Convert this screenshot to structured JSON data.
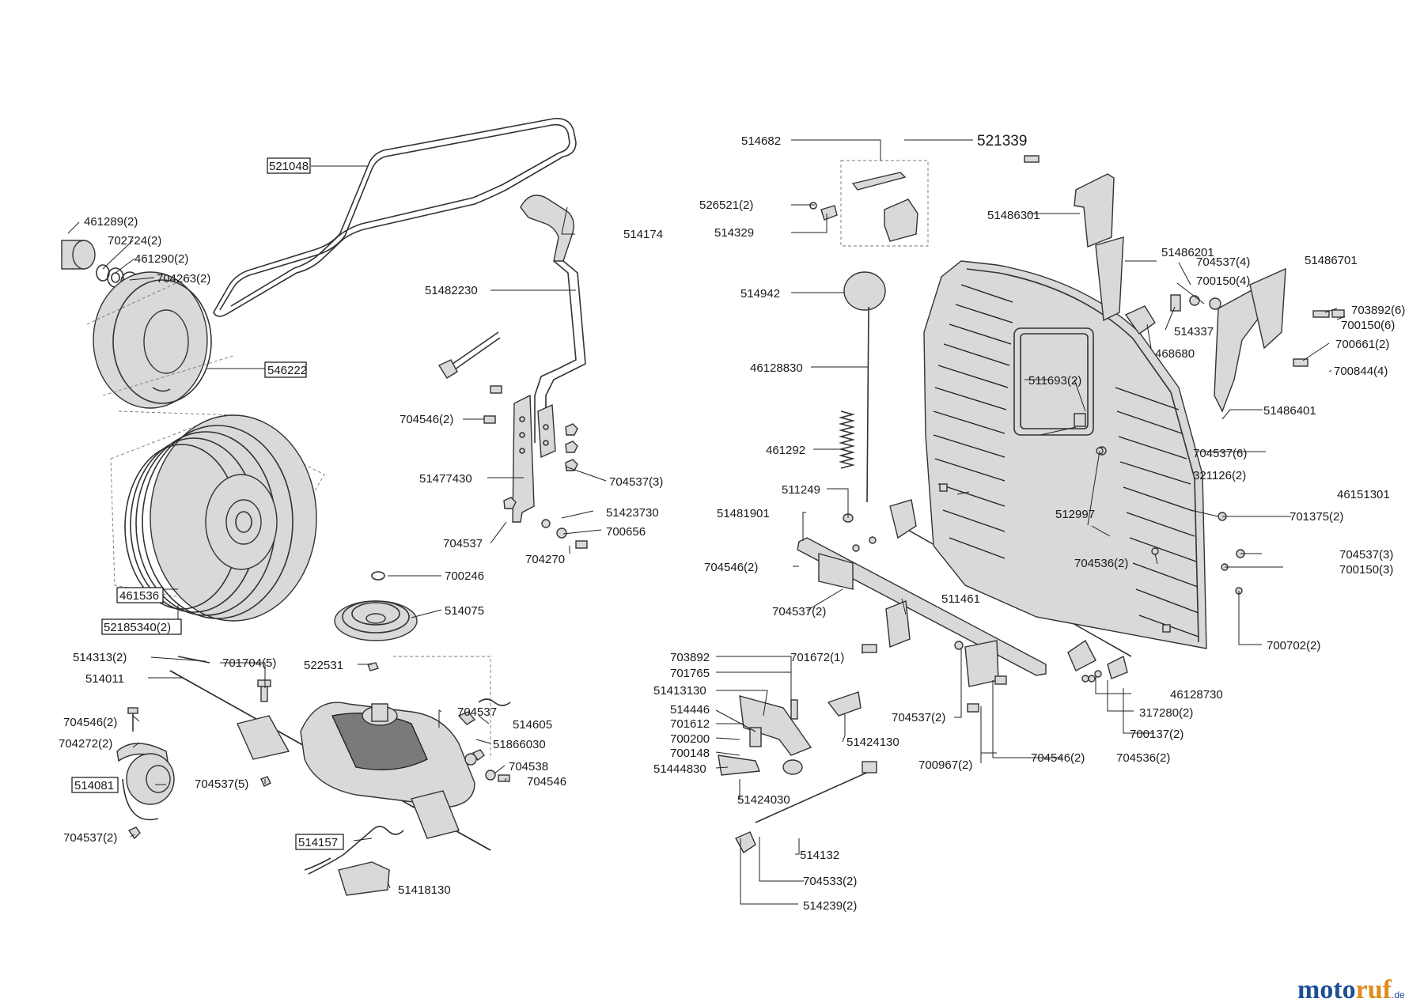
{
  "labels": {
    "p521048": "521048",
    "p461289": "461289(2)",
    "p702724": "702724(2)",
    "p461290": "461290(2)",
    "p704263": "704263(2)",
    "p546222": "546222",
    "p461536": "461536",
    "p52185340": "52185340(2)",
    "p514174": "514174",
    "p51482230": "51482230",
    "p704546a": "704546(2)",
    "p51477430": "51477430",
    "p704537a": "704537(3)",
    "p704537b": "704537",
    "p51423730": "51423730",
    "p700656": "700656",
    "p704270": "704270",
    "p700246": "700246",
    "p514075": "514075",
    "p514313": "514313(2)",
    "p701704": "701704(5)",
    "p514011": "514011",
    "p522531": "522531",
    "p704537c": "704537",
    "p514605": "514605",
    "p51866030": "51866030",
    "p704546b": "704546(2)",
    "p704272": "704272(2)",
    "p514081": "514081",
    "p704537d": "704537(5)",
    "p704538": "704538",
    "p704546c": "704546",
    "p704537e": "704537(2)",
    "p514157": "514157",
    "p51418130": "51418130",
    "p514682": "514682",
    "p521339": "521339",
    "p526521": "526521(2)",
    "p514329": "514329",
    "p514942": "514942",
    "p46128830": "46128830",
    "p461292": "461292",
    "p511249": "511249",
    "p51481901": "51481901",
    "p704546d": "704546(2)",
    "p704537f": "704537(2)",
    "p511461": "511461",
    "p703892a": "703892",
    "p701765": "701765",
    "p51413130": "51413130",
    "p514446": "514446",
    "p701612": "701612",
    "p700200": "700200",
    "p700148": "700148",
    "p51444830": "51444830",
    "p51424030": "51424030",
    "p701672": "701672(1)",
    "p51424130": "51424130",
    "p704537g": "704537(2)",
    "p700967": "700967(2)",
    "p514132": "514132",
    "p704533": "704533(2)",
    "p514239": "514239(2)",
    "p704546e": "704546(2)",
    "p704536a": "704536(2)",
    "p51486301": "51486301",
    "p51486201": "51486201",
    "p704537h": "704537(4)",
    "p51486701": "51486701",
    "p700150a": "700150(4)",
    "p703892b": "703892(6)",
    "p700150b": "700150(6)",
    "p514337": "514337",
    "p700661": "700661(2)",
    "p468680": "468680",
    "p700844": "700844(4)",
    "p511693": "511693(2)",
    "p51486401": "51486401",
    "p704537i": "704537(6)",
    "p321126": "321126(2)",
    "p46151301": "46151301",
    "p512997": "512997",
    "p701375": "701375(2)",
    "p704536b": "704536(2)",
    "p704537j": "704537(3)",
    "p700150c": "700150(3)",
    "p700702": "700702(2)",
    "p46128730": "46128730",
    "p317280": "317280(2)",
    "p700137": "700137(2)"
  },
  "watermark": {
    "part1": "moto",
    "part2": "ruf",
    "suffix": ".de"
  },
  "colors": {
    "watermark_blue": "#1d4f96",
    "watermark_orange": "#e08a1a"
  }
}
